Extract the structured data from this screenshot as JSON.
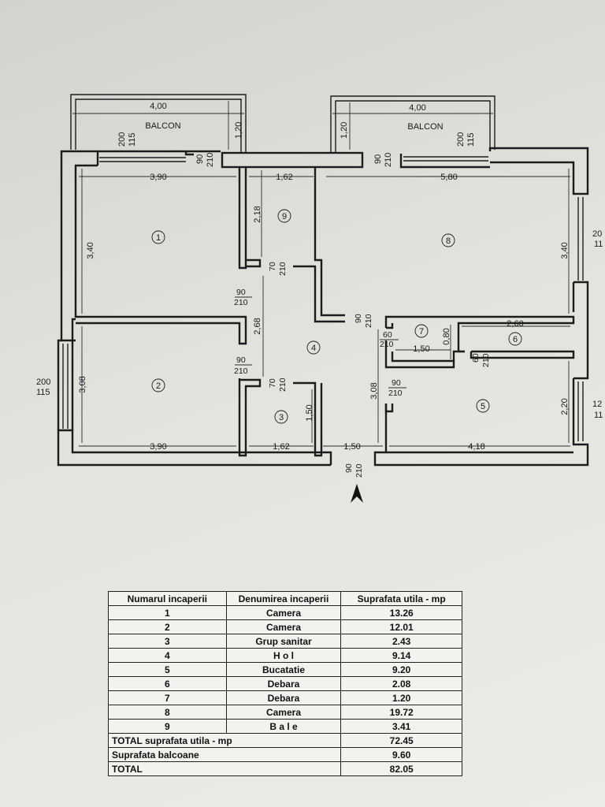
{
  "plan": {
    "balcony_left": {
      "label": "BALCON",
      "width": "4,00",
      "depth": "1,20",
      "win1": "200",
      "win2": "115",
      "door1": "90",
      "door2": "210"
    },
    "balcony_right": {
      "label": "BALCON",
      "width": "4,00",
      "depth": "1,20",
      "win1": "200",
      "win2": "115",
      "door1": "90",
      "door2": "210"
    },
    "dims": {
      "r1_w": "3,90",
      "r1_h": "3,40",
      "r9_w": "1,62",
      "r9_h": "2,18",
      "r8_w": "5,80",
      "r8_h": "3,40",
      "r2_w": "3,90",
      "r2_h": "3,08",
      "r3_w": "1,62",
      "r3_h": "1,50",
      "hall_h": "2,68",
      "entry_w": "1,50",
      "r5_w": "4,18",
      "r5_h": "2,20",
      "r4_h": "3,08",
      "r6_w": "2,60",
      "r7_w": "1,50",
      "r7_h": "0,80",
      "left_win1": "200",
      "left_win2": "115",
      "right_win_top1": "20",
      "right_win_top2": "11",
      "right_win_bot1": "12",
      "right_win_bot2": "11"
    },
    "doors": {
      "d9": [
        "70",
        "210"
      ],
      "d1": [
        "90",
        "210"
      ],
      "d2": [
        "90",
        "210"
      ],
      "d3": [
        "70",
        "210"
      ],
      "d8": [
        "90",
        "210"
      ],
      "d7": [
        "60",
        "210"
      ],
      "d6": [
        "60",
        "210"
      ],
      "d5": [
        "90",
        "210"
      ],
      "entry": [
        "90",
        "210"
      ]
    },
    "rooms": [
      "1",
      "2",
      "3",
      "4",
      "5",
      "6",
      "7",
      "8",
      "9"
    ]
  },
  "table": {
    "headers": [
      "Numarul incaperii",
      "Denumirea incaperii",
      "Suprafata utila - mp"
    ],
    "rows": [
      [
        "1",
        "Camera",
        "13.26"
      ],
      [
        "2",
        "Camera",
        "12.01"
      ],
      [
        "3",
        "Grup sanitar",
        "2.43"
      ],
      [
        "4",
        "H o l",
        "9.14"
      ],
      [
        "5",
        "Bucatatie",
        "9.20"
      ],
      [
        "6",
        "Debara",
        "2.08"
      ],
      [
        "7",
        "Debara",
        "1.20"
      ],
      [
        "8",
        "Camera",
        "19.72"
      ],
      [
        "9",
        "B a l e",
        "3.41"
      ]
    ],
    "totals": [
      [
        "TOTAL suprafata utila - mp",
        "72.45"
      ],
      [
        "Suprafata balcoane",
        "9.60"
      ],
      [
        "TOTAL",
        "82.05"
      ]
    ]
  }
}
